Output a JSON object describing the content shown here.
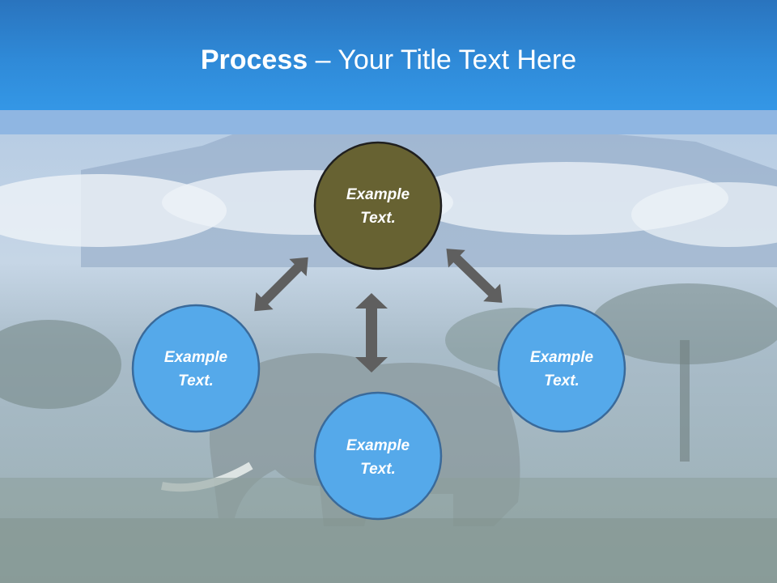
{
  "title": {
    "bold": "Process",
    "rest": " – Your Title Text Here"
  },
  "nodes": [
    {
      "line1": "Example",
      "line2": "Text."
    },
    {
      "line1": "Example",
      "line2": "Text."
    },
    {
      "line1": "Example",
      "line2": "Text."
    },
    {
      "line1": "Example",
      "line2": "Text."
    }
  ],
  "colors": {
    "header": "#2f8ad8",
    "center_node": "#676232",
    "outer_node": "#55a9ea",
    "node_border": "#3a6a9a",
    "arrow": "#5f5f5f"
  }
}
